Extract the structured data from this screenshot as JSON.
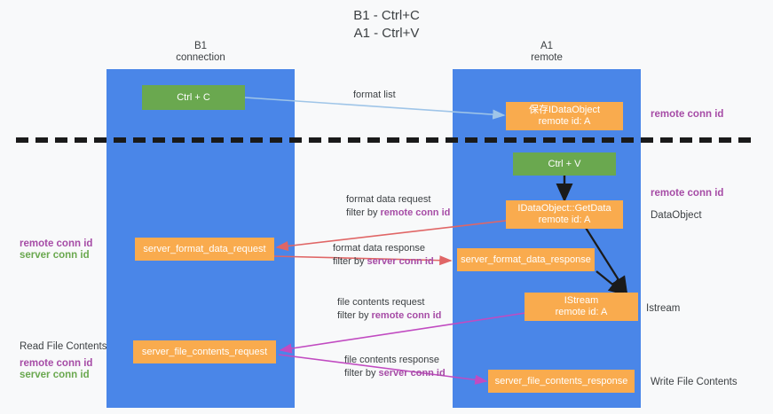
{
  "title": "B1 - Ctrl+C\nA1 - Ctrl+V",
  "columns": {
    "left": {
      "name": "B1",
      "sub": "connection",
      "header": "B1\nconnection"
    },
    "right": {
      "name": "A1",
      "sub": "remote",
      "header": "A1\nremote"
    }
  },
  "colors": {
    "lane": "#4a86e8",
    "node_orange": "#f9ab4e",
    "node_green": "#6aa84f",
    "accent_purple": "#a64ca6",
    "accent_green": "#6aa84f",
    "arrow_blue": "#9fc5e8",
    "arrow_red": "#e06666",
    "arrow_black": "#1a1a1a",
    "arrow_magenta": "#c14bc1",
    "background": "#f8f9fa",
    "text": "#3c4043"
  },
  "nodes": {
    "ctrl_c": {
      "label": "Ctrl + C"
    },
    "save_idataobject": {
      "line1": "保存IDataObject",
      "line2": "remote id: A"
    },
    "ctrl_v": {
      "label": "Ctrl + V"
    },
    "idataobject_getdata": {
      "line1": "IDataObject::GetData",
      "line2": "remote id: A"
    },
    "server_format_data_request": {
      "label": "server_format_data_request"
    },
    "server_format_data_response": {
      "label": "server_format_data_response"
    },
    "istream": {
      "line1": "IStream",
      "line2": "remote id: A"
    },
    "server_file_contents_request": {
      "label": "server_file_contents_request"
    },
    "server_file_contents_response": {
      "label": "server_file_contents_response"
    }
  },
  "edge_labels": {
    "format_list": {
      "line1": "format list"
    },
    "format_data_request": {
      "line1": "format data request",
      "line2_prefix": "filter by ",
      "line2_hl": "remote conn id"
    },
    "format_data_response": {
      "line1": "format data response",
      "line2_prefix": "filter by ",
      "line2_hl": "server conn id"
    },
    "file_contents_request": {
      "line1": "file contents request",
      "line2_prefix": "filter by ",
      "line2_hl": "remote conn id"
    },
    "file_contents_response": {
      "line1": "file contents response",
      "line2_prefix": "filter by ",
      "line2_hl": "server conn id"
    }
  },
  "side_labels": {
    "right_top_remote_conn_id": "remote conn id",
    "right_mid_remote_conn_id": "remote conn id",
    "right_dataobject": "DataObject",
    "right_istream": "Istream",
    "right_write_file_contents": "Write File Contents",
    "left_remote_conn_id_1": "remote conn id",
    "left_server_conn_id_1": "server conn id",
    "left_read_file_contents": "Read File Contents",
    "left_remote_conn_id_2": "remote conn id",
    "left_server_conn_id_2": "server conn id"
  }
}
